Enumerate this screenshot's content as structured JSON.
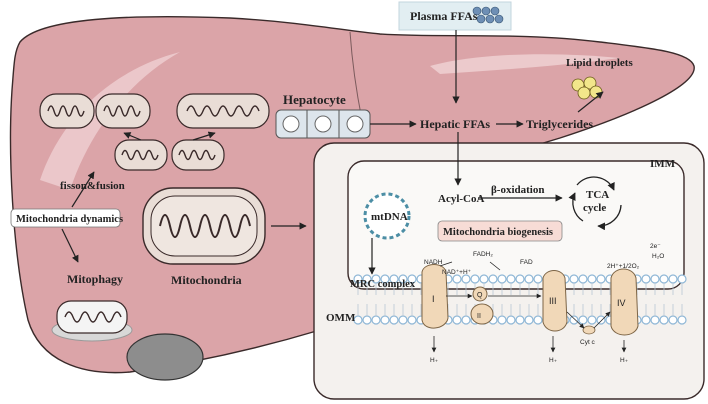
{
  "labels": {
    "plasma_ffas": "Plasma FFAs",
    "lipid_droplets": "Lipid droplets",
    "hepatocyte": "Hepatocyte",
    "hepatic_ffas": "Hepatic FFAs",
    "triglycerides": "Triglycerides",
    "fission_fusion": "fisson&fusion",
    "mito_dynamics": "Mitochondria dynamics",
    "mitophagy": "Mitophagy",
    "mitochondria": "Mitochondria",
    "imm": "IMM",
    "omm": "OMM",
    "mtdna": "mtDNA",
    "acyl_coa": "Acyl-CoA",
    "beta_oxidation": "β-oxidation",
    "tca_line1": "TCA",
    "tca_line2": "cycle",
    "mito_biogenesis": "Mitochondria biogenesis",
    "mrc_complex": "MRC complex"
  },
  "etc": {
    "nadh": "NADH",
    "nad": "NAD⁺+H⁺",
    "fadh2": "FADH₂",
    "fad": "FAD",
    "o2_reaction": "2H⁺+1/2O₂",
    "electrons": "2e⁻",
    "h2o": "H₂O",
    "complex_1": "I",
    "complex_2": "II",
    "complex_3": "III",
    "complex_4": "IV",
    "q": "Q",
    "cyt_c": "Cyt c",
    "h_plus": "H₊"
  },
  "colors": {
    "liver": "#dba4a8",
    "liver_stroke": "#3a2a2a",
    "box_fill": "#f4f1ee",
    "inner_fill": "#faf9f7",
    "mito_fill": "#e9ddd6",
    "label_fill": "#f7dcd6",
    "complex_fill": "#f1d8b8",
    "membrane": "#8fb7d6"
  }
}
